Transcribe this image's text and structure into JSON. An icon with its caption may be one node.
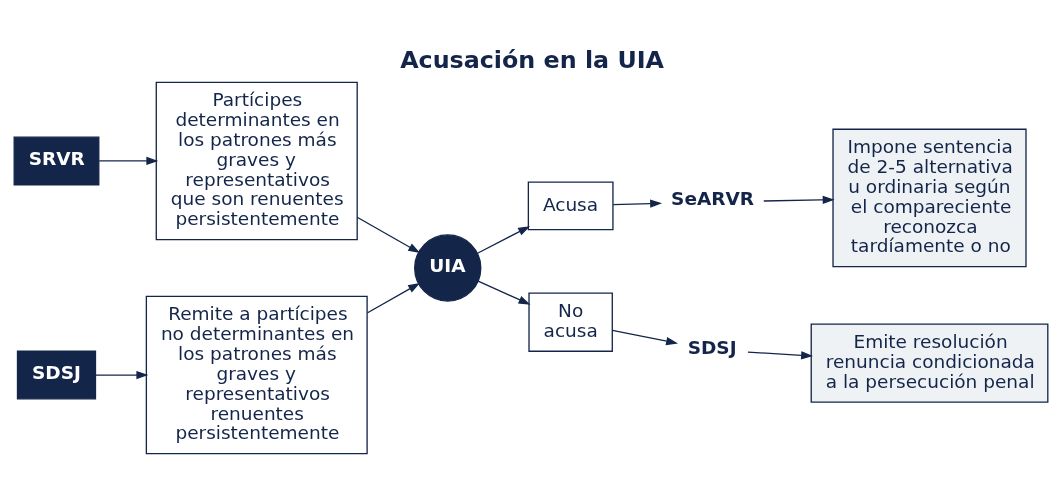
{
  "diagram": {
    "title": "Acusación en la UIA",
    "nodes": [
      {
        "text": [
          "SRVR"
        ]
      },
      {
        "text": [
          "Partícipes determinantes en los patrones más graves y representativos que son renuentes persistentemente"
        ]
      },
      {
        "text": [
          "SDSJ"
        ]
      },
      {
        "text": [
          "Remite a partícipes no determinantes en los patrones más graves y representativos renuentes persistentemente"
        ]
      },
      {
        "text": [
          "UIA"
        ]
      },
      {
        "text": [
          "Acusa"
        ]
      },
      {
        "text": [
          "SeARVR"
        ]
      },
      {
        "text": [
          "Impone sentencia de 2-5 alternativa u ordinaria según el compareciente reconozca tardíamente o no"
        ]
      },
      {
        "text": [
          "No acusa"
        ]
      },
      {
        "text": [
          "SDSJ"
        ]
      },
      {
        "text": [
          "Emite resolución renuncia condicionada a la persecución penal"
        ]
      }
    ],
    "edges": [
      {
        "from": 0,
        "to": 1,
        "arrow": "to"
      },
      {
        "from": 2,
        "to": 3,
        "arrow": "to"
      },
      {
        "from": 1,
        "to": 4,
        "arrow": "to"
      },
      {
        "from": 3,
        "to": 4,
        "arrow": "to"
      },
      {
        "from": 4,
        "to": 5,
        "arrow": "to"
      },
      {
        "from": 4,
        "to": 8,
        "arrow": "to"
      },
      {
        "from": 5,
        "to": 6,
        "arrow": "to"
      },
      {
        "from": 6,
        "to": 7,
        "arrow": "to"
      },
      {
        "from": 8,
        "to": 9,
        "arrow": "to"
      },
      {
        "from": 9,
        "to": 10,
        "arrow": "to"
      }
    ]
  }
}
